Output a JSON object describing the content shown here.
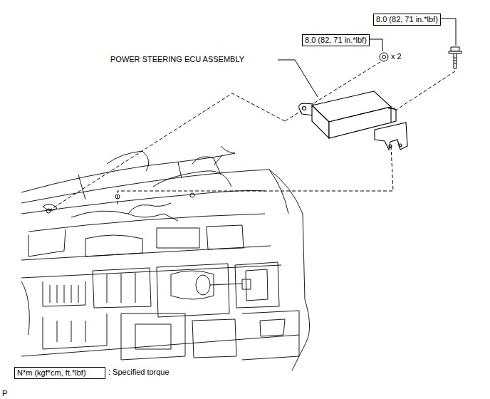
{
  "diagram": {
    "nodes": [
      {
        "text": [
          "8.0 (82, 71 in.*lbf)"
        ]
      },
      {
        "text": [
          "8.0 (82, 71 in.*lbf)"
        ]
      },
      {
        "text": [
          "N*m (kgf*cm, ft.*lbf)"
        ]
      }
    ],
    "labels": [
      "POWER STEERING ECU ASSEMBLY",
      "x 2",
      "P"
    ],
    "legend": [
      {
        "text": ": Specified torque"
      }
    ]
  }
}
